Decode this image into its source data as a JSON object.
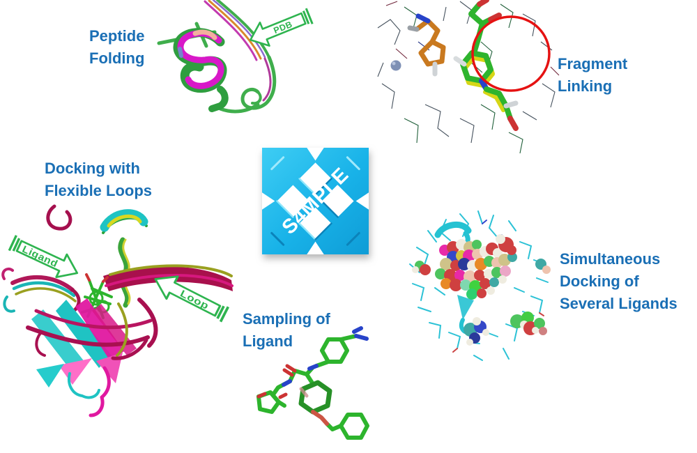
{
  "figure": {
    "background": "#ffffff",
    "label_color": "#1a6fb5",
    "annotation_color": "#2eb44f",
    "logo": {
      "text": "S4MPLE",
      "color": "#18b2e8"
    },
    "panels": [
      {
        "id": "peptide-folding",
        "label_lines": [
          "Peptide",
          "Folding"
        ],
        "annotation": "PDB",
        "art": "superposed peptide ribbon models: magenta helix with green ribbon and thin orange/purple strands"
      },
      {
        "id": "fragment-linking",
        "label_lines": [
          "Fragment",
          "Linking"
        ],
        "art": "binding site wireframe with orange, green and yellow stick fragments, grey metal sphere, red circle highlight"
      },
      {
        "id": "docking-with-flexible-loops",
        "label_lines": [
          "Docking with",
          "Flexible Loops"
        ],
        "annotations": [
          "Ligand",
          "Loop"
        ],
        "art": "protein ensemble ribbons in crimson, magenta, cyan and green with docked green ligand"
      },
      {
        "id": "sampling-of-ligand",
        "label_lines": [
          "Sampling of",
          "Ligand"
        ],
        "art": "green stick ligand conformer with blue nitrogen and red oxygen atoms"
      },
      {
        "id": "simultaneous-docking",
        "label_lines": [
          "Simultaneous",
          "Docking of",
          "Several Ligands"
        ],
        "art": "cyan wireframe pocket filled with multicoloured space-filling ligand spheres"
      }
    ]
  }
}
